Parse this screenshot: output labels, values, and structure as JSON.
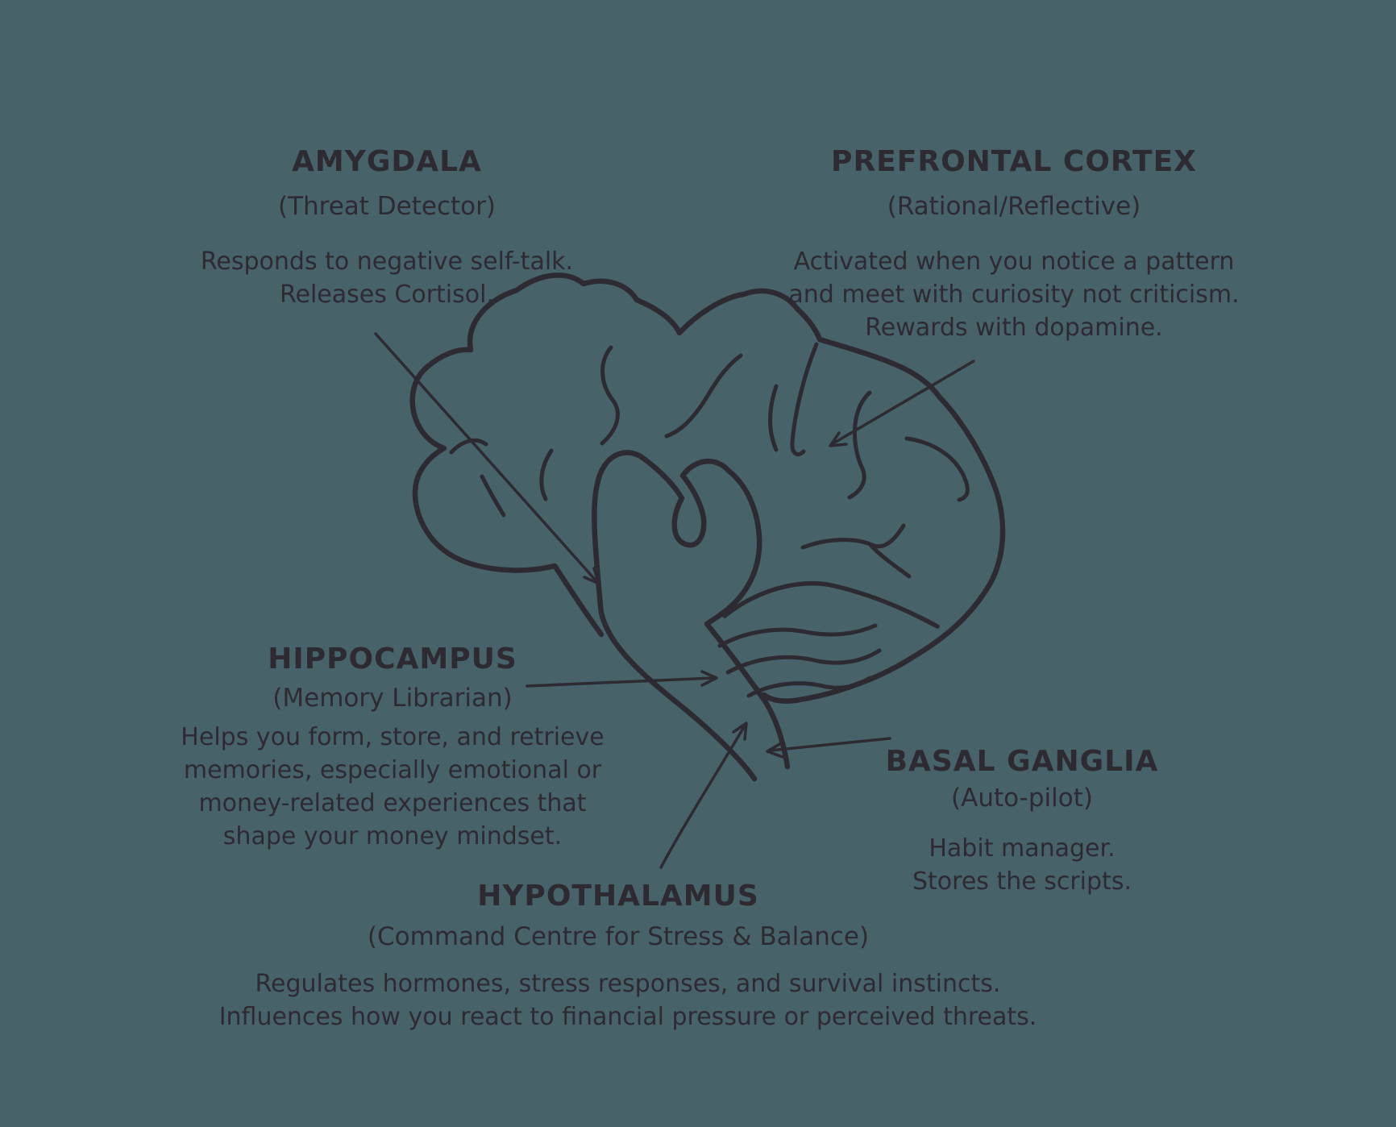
{
  "colors": {
    "background": "#48626a",
    "ink": "#2d2a31"
  },
  "diagram": {
    "amygdala": {
      "title": "AMYGDALA",
      "subtitle": "(Threat Detector)",
      "body": [
        "Responds to negative self-talk.",
        "Releases Cortisol."
      ]
    },
    "prefrontal_cortex": {
      "title": "PREFRONTAL CORTEX",
      "subtitle": "(Rational/Reflective)",
      "body": [
        "Activated when you notice a pattern",
        "and meet with curiosity not criticism.",
        "Rewards with dopamine."
      ]
    },
    "hippocampus": {
      "title": "HIPPOCAMPUS",
      "subtitle": "(Memory Librarian)",
      "body": [
        "Helps you form, store, and retrieve",
        "memories, especially emotional or",
        "money-related experiences that",
        "shape your money mindset."
      ]
    },
    "basal_ganglia": {
      "title": "BASAL GANGLIA",
      "subtitle": "(Auto-pilot)",
      "body": [
        "Habit manager.",
        "Stores the scripts."
      ]
    },
    "hypothalamus": {
      "title": "HYPOTHALAMUS",
      "subtitle": "(Command Centre for Stress & Balance)",
      "body": [
        "Regulates hormones, stress responses, and survival instincts.",
        "Influences how you react to financial pressure or perceived threats."
      ]
    }
  }
}
